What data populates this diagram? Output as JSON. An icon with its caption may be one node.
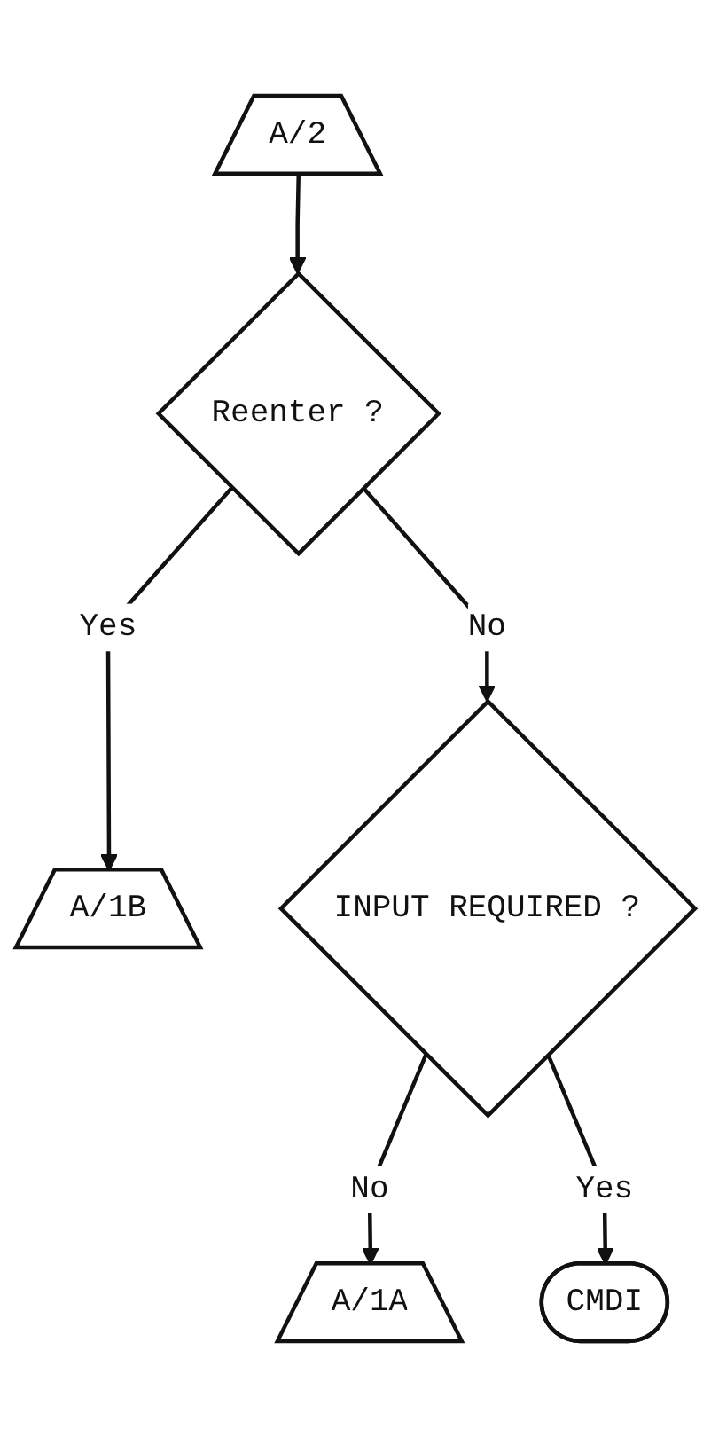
{
  "diagram": {
    "nodes": [
      {
        "text": [
          "A/2"
        ]
      },
      {
        "text": [
          "Reenter ?"
        ]
      },
      {
        "text": [
          "A/1B"
        ]
      },
      {
        "text": [
          "INPUT REQUIRED ?"
        ]
      },
      {
        "text": [
          "A/1A"
        ]
      },
      {
        "text": [
          "CMDI"
        ]
      }
    ],
    "edges": [
      {
        "from": 0,
        "to": 1,
        "arrow": "to"
      },
      {
        "from": 1,
        "to": 2,
        "arrow": "to",
        "label": "Yes"
      },
      {
        "from": 1,
        "to": 3,
        "arrow": "to",
        "label": "No"
      },
      {
        "from": 3,
        "to": 4,
        "arrow": "to",
        "label": "No"
      },
      {
        "from": 3,
        "to": 5,
        "arrow": "to",
        "label": "Yes"
      }
    ]
  }
}
